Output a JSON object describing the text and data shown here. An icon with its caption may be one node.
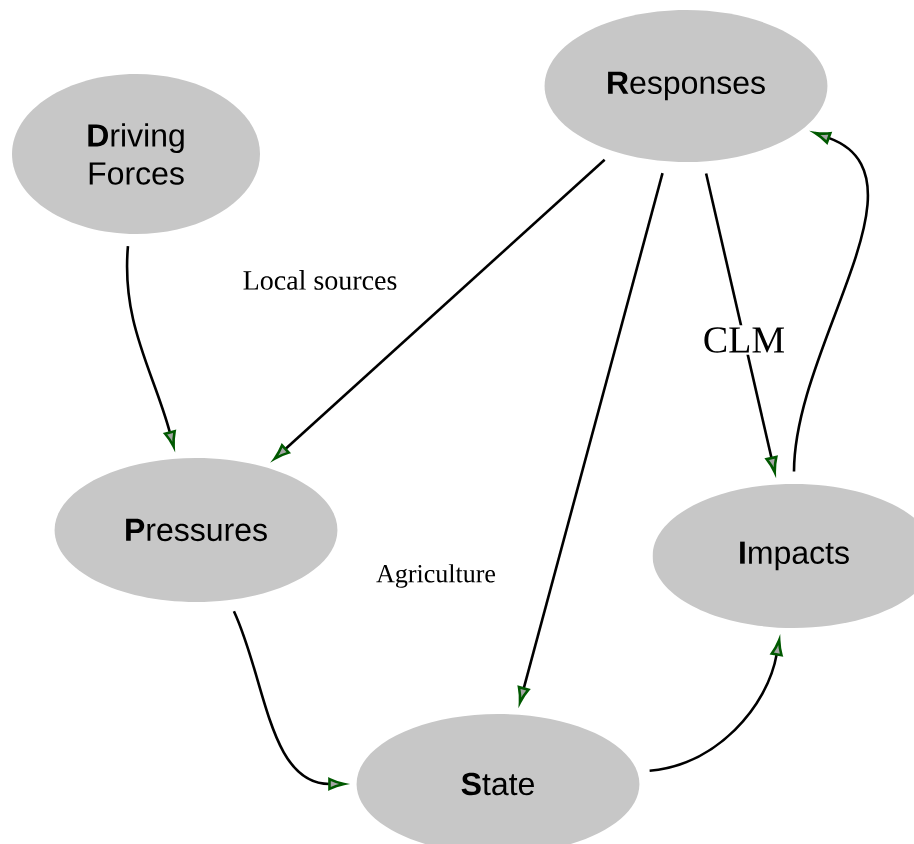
{
  "diagram": {
    "nodes": [
      {
        "text": [
          "**D**riving Forces"
        ]
      },
      {
        "text": [
          "**R**esponses"
        ]
      },
      {
        "text": [
          "**P**ressures"
        ]
      },
      {
        "text": [
          "**I**mpacts"
        ]
      },
      {
        "text": [
          "**S**tate"
        ]
      }
    ],
    "edges": [
      {
        "from": 0,
        "to": 2,
        "arrow": "to"
      },
      {
        "from": 1,
        "to": 2,
        "arrow": "to",
        "label": "Local sources"
      },
      {
        "from": 1,
        "to": 4,
        "arrow": "to",
        "label": "Agriculture"
      },
      {
        "from": 1,
        "to": 3,
        "arrow": "to",
        "label": "CLM"
      },
      {
        "from": 2,
        "to": 4,
        "arrow": "to"
      },
      {
        "from": 4,
        "to": 3,
        "arrow": "to"
      },
      {
        "from": 3,
        "to": 1,
        "arrow": "to"
      }
    ]
  }
}
